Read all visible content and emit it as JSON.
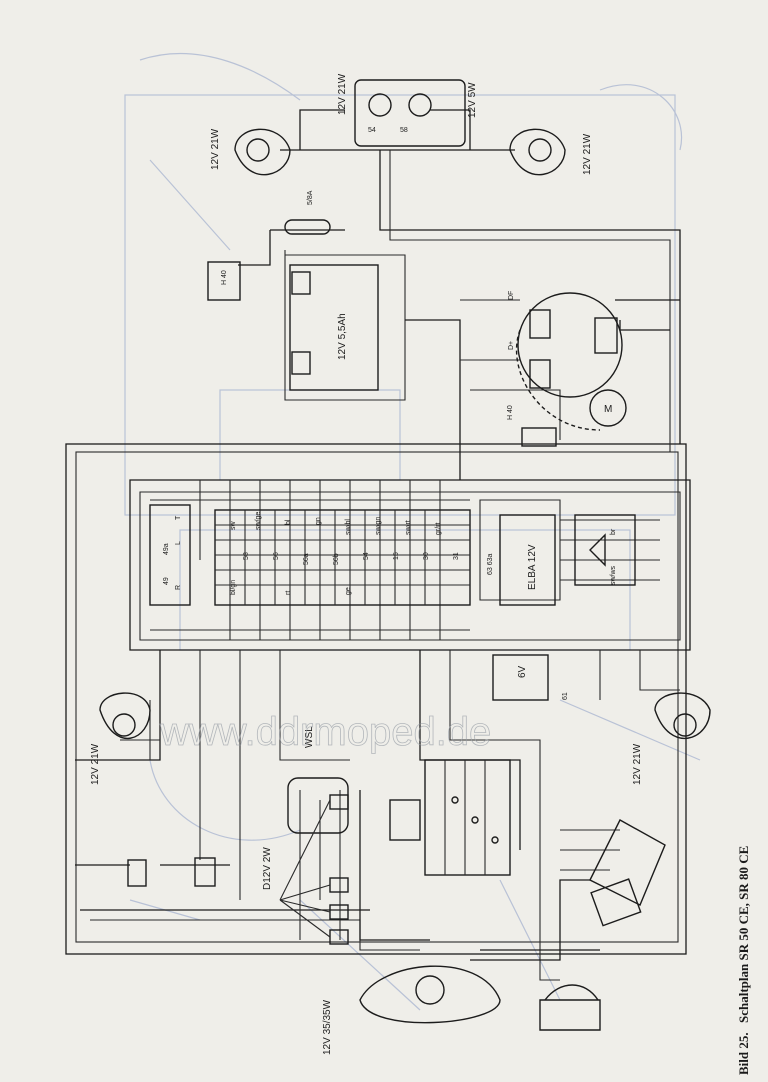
{
  "caption": {
    "figure": "Bild 25.",
    "title": "Schaltplan SR 50 CE, SR 80 CE"
  },
  "watermark": "www.ddrmoped.de",
  "components": {
    "rear_lamp": {
      "left": "12V 21W",
      "right": "12V 5W",
      "terminal_a": "58",
      "terminal_b": "54"
    },
    "indicator_rear_left": "12V 21W",
    "indicator_rear_right": "12V 21W",
    "fuse": "5/8A",
    "battery": "12V 5,5Ah",
    "relay_h40": "H 40",
    "relay_h40b": "H 40",
    "motor": "M",
    "regulator": "ELBA 12V",
    "aux_battery": "6V",
    "indicator_front_left": "12V 21W",
    "indicator_front_right": "12V 21W",
    "cluster_bulbs": "D12V 2W",
    "headlamp": "12V 35/35W",
    "switch_label": "WSL",
    "fuse_block_label": "63 63a"
  },
  "wire_codes": [
    "sw",
    "sw/ge",
    "bl",
    "gn",
    "sw/bl",
    "sw/gn",
    "sw/rt",
    "gr/rt",
    "bl/gn",
    "rt",
    "ge",
    "br",
    "sw/ws"
  ],
  "terminals": [
    "58",
    "56",
    "56a",
    "56b",
    "54",
    "15",
    "30",
    "31",
    "49",
    "49a",
    "R",
    "L",
    "T",
    "D+",
    "DF",
    "61"
  ],
  "colors": {
    "paper": "#efeee9",
    "ink": "#1c1c1c",
    "bleed": "#b9c2d6"
  }
}
